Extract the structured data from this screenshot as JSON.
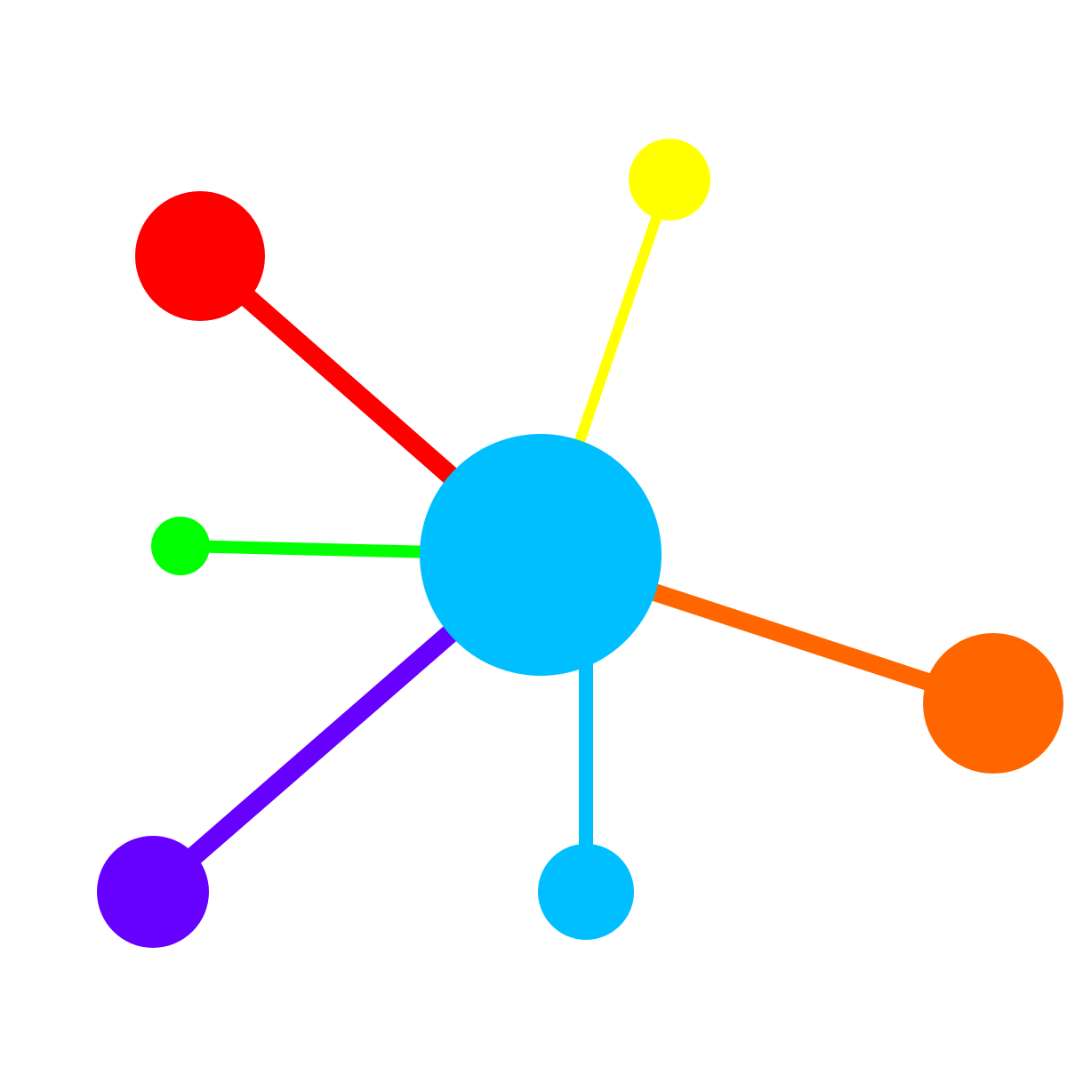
{
  "diagram": {
    "type": "hub-and-spoke",
    "hub": {
      "id": "hub",
      "color": "#00BFFF"
    },
    "spokes": [
      {
        "id": "red",
        "color": "#FF0000",
        "relative_size": "large",
        "edge_weight": "thick"
      },
      {
        "id": "yellow",
        "color": "#FFFF00",
        "relative_size": "small",
        "edge_weight": "thin"
      },
      {
        "id": "green",
        "color": "#00FF00",
        "relative_size": "smallest",
        "edge_weight": "thin"
      },
      {
        "id": "orange",
        "color": "#FF6600",
        "relative_size": "large",
        "edge_weight": "medium"
      },
      {
        "id": "purple",
        "color": "#6600FF",
        "relative_size": "medium",
        "edge_weight": "thick"
      },
      {
        "id": "blue",
        "color": "#00BFFF",
        "relative_size": "small",
        "edge_weight": "medium"
      }
    ]
  }
}
